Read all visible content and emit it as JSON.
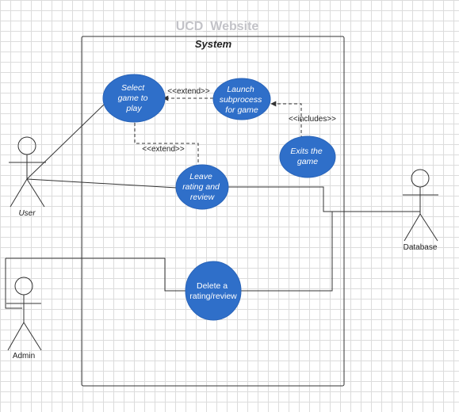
{
  "title": "UCD_Website",
  "system": {
    "label": "System"
  },
  "use_cases": {
    "select_game": [
      "Select",
      "game to",
      "play"
    ],
    "launch": [
      "Launch",
      "subprocess",
      "for game"
    ],
    "exits": [
      "Exits the",
      "game"
    ],
    "leave_rating": [
      "Leave",
      "rating and",
      "review"
    ],
    "delete_rating": [
      "Delete a",
      "rating/review"
    ]
  },
  "relations": {
    "extend_top": "<<extend>>",
    "extend_left": "<<extend>>",
    "includes": "<<includes>>"
  },
  "actors": {
    "user": "User",
    "admin": "Admin",
    "database": "Database"
  },
  "colors": {
    "use_case_fill": "#2f6fc9",
    "title": "#c3c3c8",
    "grid": "#dcdcdc"
  }
}
